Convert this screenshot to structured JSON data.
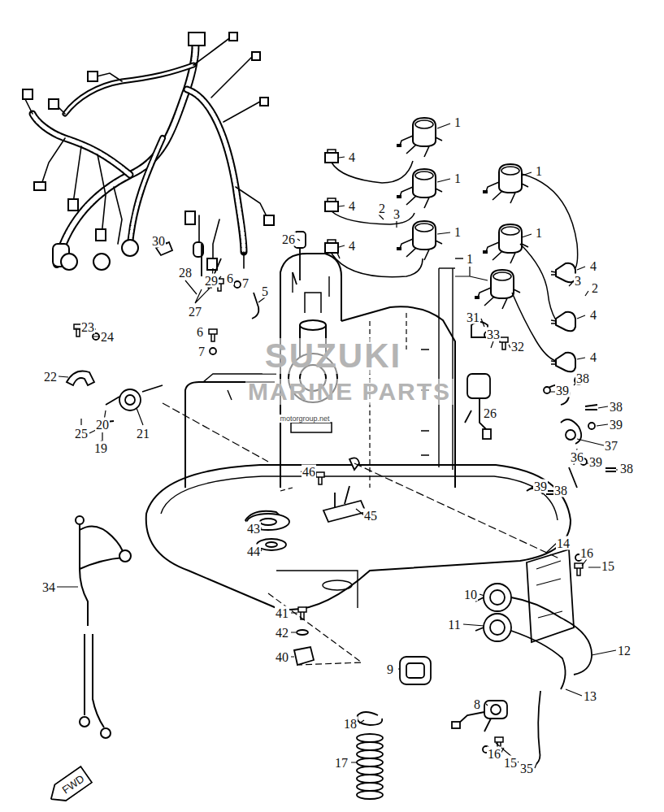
{
  "diagram": {
    "nodes": [
      {
        "text": [
          "FWD"
        ]
      }
    ],
    "labels": [
      "1",
      "4",
      "1",
      "1",
      "4",
      "2",
      "3",
      "1",
      "1",
      "26",
      "30",
      "4",
      "1",
      "4",
      "28",
      "6",
      "7",
      "29",
      "3",
      "2",
      "5",
      "27",
      "4",
      "31",
      "23",
      "6",
      "33",
      "24",
      "32",
      "7",
      "4",
      "SUZUKI",
      "MARINE PARTS",
      "22",
      "38",
      "39",
      "38",
      "26",
      "motorgroup.net",
      "39",
      "20",
      "25",
      "21",
      "37",
      "19",
      "36",
      "39",
      "38",
      "46",
      "39",
      "38",
      "45",
      "43",
      "14",
      "44",
      "16",
      "15",
      "34",
      "10",
      "41",
      "11",
      "42",
      "12",
      "40",
      "9",
      "13",
      "8",
      "18",
      "16",
      "17",
      "15",
      "35"
    ]
  }
}
